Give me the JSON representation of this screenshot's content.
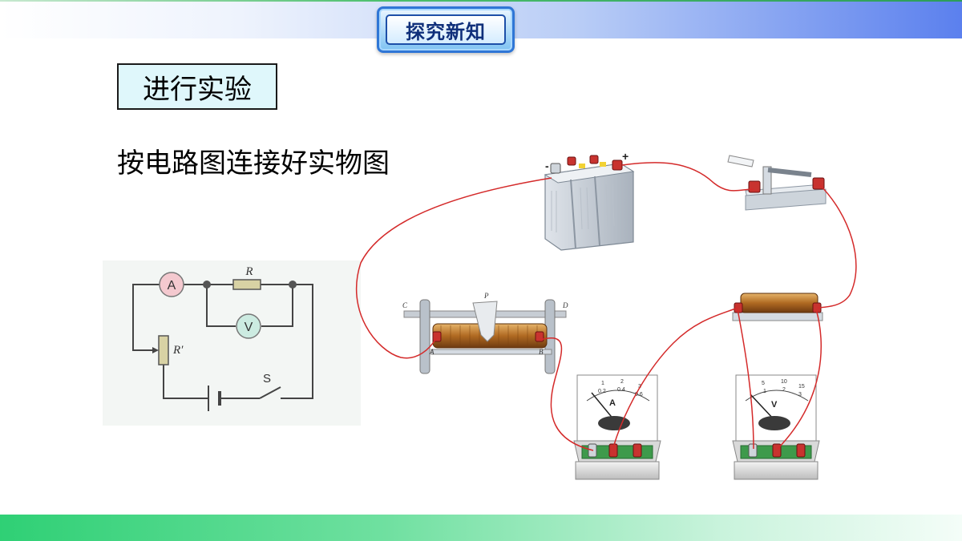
{
  "header": {
    "title": "探究新知"
  },
  "section": {
    "label": "进行实验"
  },
  "instruction": "按电路图连接好实物图",
  "schematic": {
    "ammeter_symbol": "A",
    "voltmeter_symbol": "V",
    "resistor_label": "R",
    "rheostat_label": "R′",
    "switch_label": "S"
  },
  "apparatus": {
    "battery_negative": "-",
    "battery_positive": "+",
    "rheostat_terminals": {
      "c": "C",
      "d": "D",
      "p": "P",
      "a": "A",
      "b": "B"
    },
    "ammeter": {
      "symbol": "A",
      "upper_scale": [
        "1",
        "2",
        "3"
      ],
      "lower_scale": [
        "0.2",
        "0.4",
        "0.6"
      ]
    },
    "voltmeter": {
      "symbol": "V",
      "upper_scale": [
        "5",
        "10",
        "15"
      ],
      "lower_scale": [
        "1",
        "2",
        "3"
      ]
    }
  },
  "colors": {
    "wire": "#d42a2a",
    "header_border": "#2f76d6",
    "section_fill": "#dff7fb",
    "bottom_band": "#2fd075",
    "top_band_end": "#5b80ee"
  }
}
